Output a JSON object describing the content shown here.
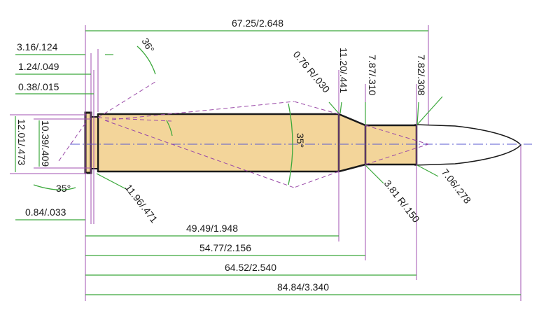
{
  "colors": {
    "case_fill": "#f3d59a",
    "case_stroke": "#1a1a1a",
    "bullet_fill": "#ffffff",
    "dimension_line": "#3ba83b",
    "extension_line": "#a052b0",
    "centerline": "#5a5ad0",
    "text": "#1a1a1a"
  },
  "dimensions": {
    "overall_case_length": "67.25/2.648",
    "rim_thickness": "3.16/.124",
    "groove_width": "1.24/.049",
    "groove_offset": "0.38/.015",
    "extractor_angle_top": "36°",
    "shoulder_radius": "0.76 R/.030",
    "shoulder_diameter": "11.20/.441",
    "neck_diameter": "7.87/.310",
    "bullet_diameter": "7.82/.308",
    "rim_diameter": "12.01/.473",
    "groove_diameter": "10.39/.409",
    "shoulder_angle": "35°",
    "extractor_angle_bottom": "35°",
    "bevel_length": "0.84/.033",
    "base_diameter": "11.96/.471",
    "neck_radius": "3.81 R/.150",
    "throat_diameter": "7.06/.278",
    "body_length": "49.49/1.948",
    "shoulder_length": "54.77/2.156",
    "neck_length": "64.52/2.540",
    "overall_length": "84.84/3.340"
  }
}
